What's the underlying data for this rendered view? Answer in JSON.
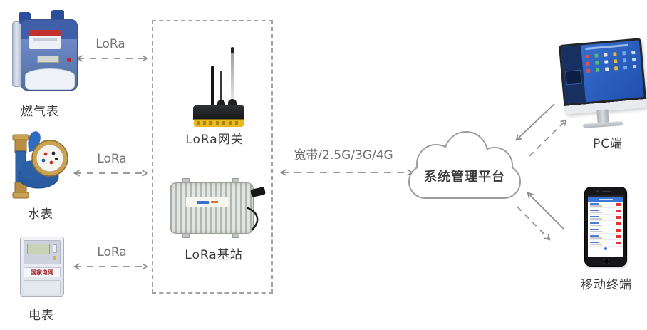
{
  "devices": {
    "gas_meter": {
      "label": "燃气表"
    },
    "water_meter": {
      "label": "水表"
    },
    "electric_meter": {
      "label": "电表",
      "brand_text": "国家电网"
    },
    "lora_gateway": {
      "label": "LoRa网关"
    },
    "lora_station": {
      "label": "LoRa基站"
    },
    "pc": {
      "label": "PC端"
    },
    "mobile": {
      "label": "移动终端"
    }
  },
  "cloud": {
    "label": "系统管理平台"
  },
  "links": {
    "gas_lora": {
      "label": "LoRa"
    },
    "water_lora": {
      "label": "LoRa"
    },
    "electric_lora": {
      "label": "LoRa"
    },
    "backbone": {
      "label": "宽带/2.5G/3G/4G"
    }
  },
  "colors": {
    "arrow": "#8c8c8c",
    "link_label_text": "#757575",
    "device_label_text": "#3d3d3d",
    "cloud_outline": "#9b9b9b",
    "dashed_box_border": "#a2a2a2",
    "gateway_accent": "#e9ba1f",
    "alert_red": "#e03434",
    "screen_blue": "#2f66c8"
  }
}
